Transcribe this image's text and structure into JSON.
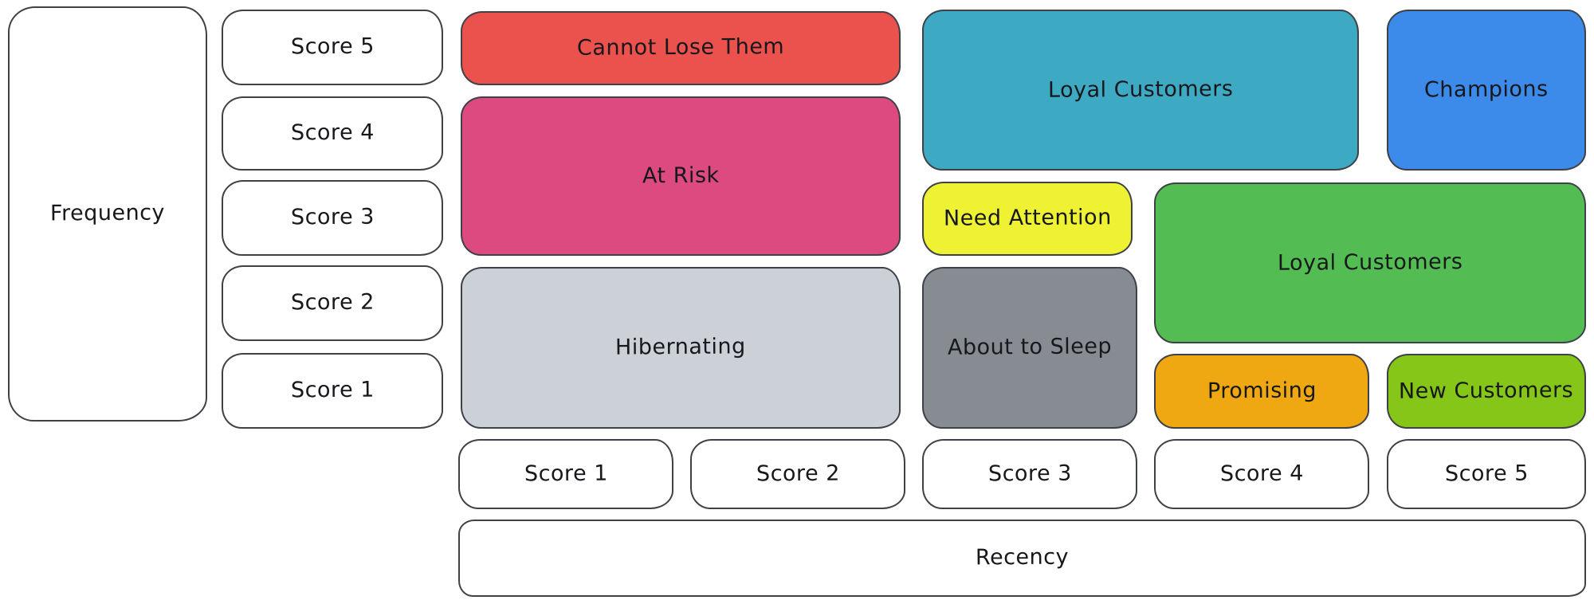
{
  "axes": {
    "frequency": {
      "label": "Frequency",
      "scores": [
        "Score 5",
        "Score 4",
        "Score 3",
        "Score 2",
        "Score 1"
      ]
    },
    "recency": {
      "label": "Recency",
      "scores": [
        "Score 1",
        "Score 2",
        "Score 3",
        "Score 4",
        "Score 5"
      ]
    }
  },
  "segments": [
    {
      "label": "Cannot Lose Them",
      "color": "#ec524d",
      "recency_scores": "1-2",
      "frequency_scores": "5"
    },
    {
      "label": "At Risk",
      "color": "#dd4a80",
      "recency_scores": "1-2",
      "frequency_scores": "3-4"
    },
    {
      "label": "Hibernating",
      "color": "#ccd1d8",
      "recency_scores": "1-2",
      "frequency_scores": "1-2"
    },
    {
      "label": "Loyal Customers",
      "color": "#3ea9c2",
      "recency_scores": "3-4",
      "frequency_scores": "4-5"
    },
    {
      "label": "Champions",
      "color": "#3c8ae9",
      "recency_scores": "5",
      "frequency_scores": "4-5"
    },
    {
      "label": "Need Attention",
      "color": "#eff233",
      "recency_scores": "3",
      "frequency_scores": "3"
    },
    {
      "label": "Loyal Customers",
      "color": "#53bd53",
      "recency_scores": "4-5",
      "frequency_scores": "2-3"
    },
    {
      "label": "About to Sleep",
      "color": "#878c93",
      "recency_scores": "3",
      "frequency_scores": "1-2"
    },
    {
      "label": "Promising",
      "color": "#efa712",
      "recency_scores": "4",
      "frequency_scores": "1"
    },
    {
      "label": "New Customers",
      "color": "#85c619",
      "recency_scores": "5",
      "frequency_scores": "1"
    }
  ],
  "style_colors": {
    "text": "#17181c",
    "outline": "#3e4147",
    "background": "#ffffff"
  }
}
